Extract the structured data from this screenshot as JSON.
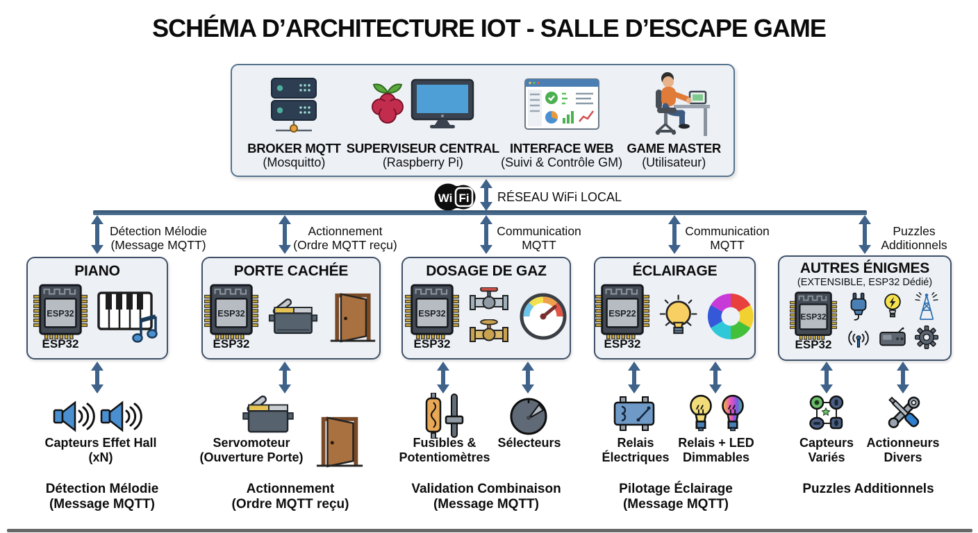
{
  "page": {
    "title": "SCHÉMA D’ARCHITECTURE IOT - SALLE D’ESCAPE GAME"
  },
  "colors": {
    "arrow_blue": "#3e6289",
    "bus_blue": "#47698e",
    "box_bg": "#edf1f6",
    "box_border": "#54738e",
    "module_border": "#3f5068"
  },
  "central": {
    "nodes": [
      {
        "name": "BROKER MQTT",
        "sub": "(Mosquitto)",
        "icon": "server-stack-icon"
      },
      {
        "name": "SUPERVISEUR CENTRAL",
        "sub": "(Raspberry Pi)",
        "icon": "raspberry-pi-monitor-icon"
      },
      {
        "name": "INTERFACE WEB",
        "sub": "(Suivi & Contrôle GM)",
        "icon": "web-dashboard-icon"
      },
      {
        "name": "GAME MASTER",
        "sub": "(Utilisateur)",
        "icon": "game-master-icon"
      }
    ]
  },
  "network": {
    "wifi_wi": "Wi",
    "wifi_fi": "Fi",
    "label": "RÉSEAU WiFi LOCAL"
  },
  "bus_labels": [
    {
      "l1": "Détection Mélodie",
      "l2": "(Message MQTT)"
    },
    {
      "l1": "Actionnement",
      "l2": "(Ordre MQTT reçu)"
    },
    {
      "l1": "Communication",
      "l2": "MQTT"
    },
    {
      "l1": "Communication",
      "l2": "MQTT"
    },
    {
      "l1": "Puzzles",
      "l2": "Additionnels"
    }
  ],
  "modules": [
    {
      "title": "PIANO",
      "subtitle": "",
      "chip_label": "ESP32",
      "chip_caption": "ESP32"
    },
    {
      "title": "PORTE CACHÉE",
      "subtitle": "",
      "chip_label": "ESP32",
      "chip_caption": "ESP32"
    },
    {
      "title": "DOSAGE DE GAZ",
      "subtitle": "",
      "chip_label": "ESP32",
      "chip_caption": "ESP32"
    },
    {
      "title": "ÉCLAIRAGE",
      "subtitle": "",
      "chip_label": "ESP22",
      "chip_caption": "ESP32"
    },
    {
      "title": "AUTRES ÉNIGMES",
      "subtitle": "(EXTENSIBLE, ESP32 Dédié)",
      "chip_label": "ESP32",
      "chip_caption": "ESP32"
    }
  ],
  "devices": [
    {
      "l1": "Capteurs Effet Hall",
      "l2": "(xN)"
    },
    {
      "l1": "Servomoteur",
      "l2": "(Ouverture Porte)"
    },
    {
      "l1": "Fusibles &",
      "l2": "Potentiomètres"
    },
    {
      "l1": "Sélecteurs",
      "l2": ""
    },
    {
      "l1": "Relais",
      "l2": "Électriques"
    },
    {
      "l1": "Relais + LED",
      "l2": "Dimmables"
    },
    {
      "l1": "Capteurs",
      "l2": "Variés"
    },
    {
      "l1": "Actionneurs",
      "l2": "Divers"
    }
  ],
  "flow_labels": [
    {
      "l1": "Détection Mélodie",
      "l2": "(Message MQTT)"
    },
    {
      "l1": "Actionnement",
      "l2": "(Ordre MQTT reçu)"
    },
    {
      "l1": "Validation Combinaison",
      "l2": "(Message MQTT)"
    },
    {
      "l1": "Pilotage Éclairage",
      "l2": "(Message MQTT)"
    },
    {
      "l1": "Puzzles Additionnels",
      "l2": ""
    }
  ]
}
